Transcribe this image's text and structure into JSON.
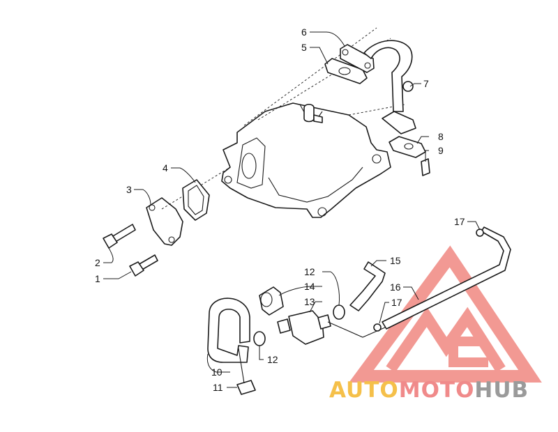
{
  "callouts": {
    "c1": "1",
    "c2": "2",
    "c3": "3",
    "c4": "4",
    "c5": "5",
    "c6": "6",
    "c7": "7",
    "c8": "8",
    "c9": "9",
    "c10": "10",
    "c11": "11",
    "c12a": "12",
    "c12b": "12",
    "c13": "13",
    "c14": "14",
    "c15": "15",
    "c16": "16",
    "c17a": "17",
    "c17b": "17"
  },
  "watermark": {
    "part1": "AUTO",
    "part2": "MOTO",
    "part3": "HUB",
    "color1": "#f5c04a",
    "color2": "#f08a8a",
    "color3": "#9a9a9a"
  }
}
